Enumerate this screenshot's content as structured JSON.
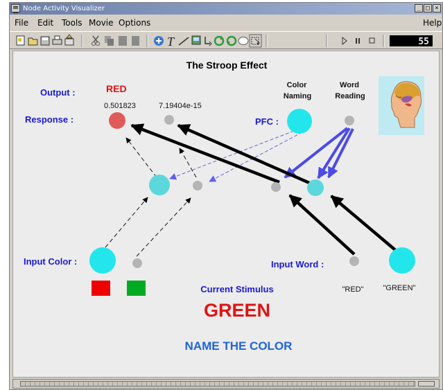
{
  "window": {
    "title": "Node Activity Visualizer"
  },
  "menu": {
    "file": "File",
    "edit": "Edit",
    "tools": "Tools",
    "movie": "Movie",
    "options": "Options",
    "help": "Help"
  },
  "toolbar": {
    "counter": "55"
  },
  "diagram": {
    "title": "The Stroop Effect",
    "output_label": "Output :",
    "output_value": "RED",
    "response_label": "Response :",
    "response_value_1": "0.501823",
    "response_value_2": "7.19404e-15",
    "pfc_label": "PFC :",
    "color_naming_1": "Color",
    "color_naming_2": "Naming",
    "word_reading_1": "Word",
    "word_reading_2": "Reading",
    "input_color_label": "Input Color :",
    "input_word_label": "Input Word :",
    "word_red": "\"RED\"",
    "word_green": "\"GREEN\"",
    "current_stimulus_label": "Current Stimulus",
    "stimulus": "GREEN",
    "task": "NAME THE COLOR"
  },
  "colors": {
    "label_blue": "#1a1ad0",
    "output_red": "#e01010",
    "node_active": "#22e6ec",
    "node_mid": "#5cd8dc",
    "node_inactive": "#b4b4b4",
    "node_response": "#e05a5a",
    "swatch_red": "#ee0000",
    "swatch_green": "#00aa22",
    "arrow_pfc": "#5050e0",
    "stimulus_red": "#e01414",
    "task_blue": "#1e64dc"
  }
}
